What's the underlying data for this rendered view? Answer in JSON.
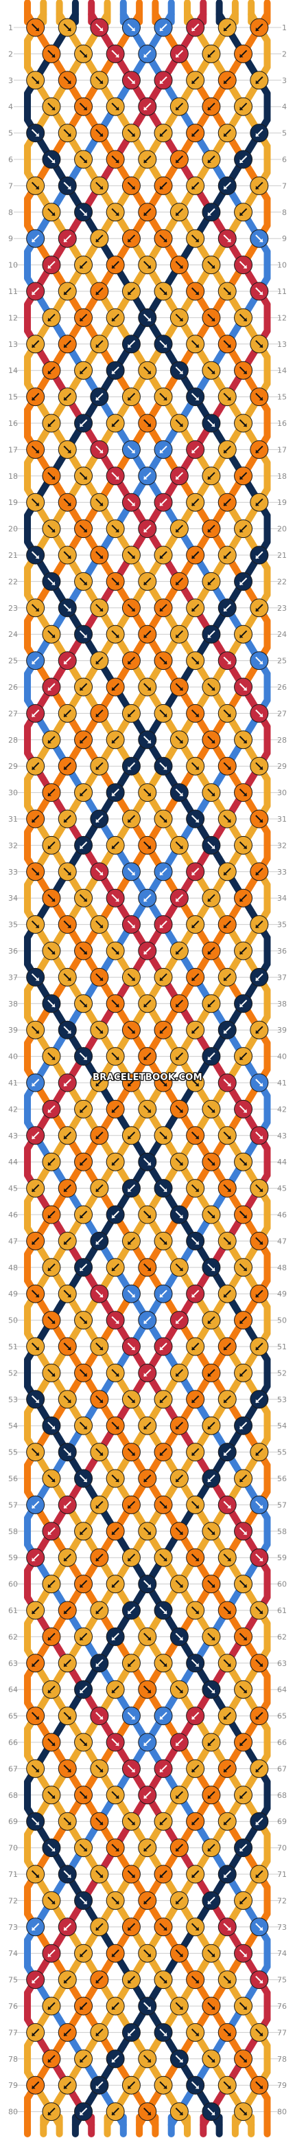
{
  "title": "",
  "watermark": "BRACELETBOOK.COM",
  "pattern": {
    "rows": 80,
    "strings": 16,
    "colors": {
      "orange": "#f27a10",
      "yellow": "#eda92e",
      "navy": "#0f2a50",
      "blue": "#3e7fd6",
      "red": "#c42b3f"
    },
    "start_colors": [
      "orange",
      "yellow",
      "yellow",
      "navy",
      "red",
      "yellow",
      "blue",
      "orange",
      "orange",
      "blue",
      "yellow",
      "red",
      "navy",
      "yellow",
      "yellow",
      "orange"
    ],
    "row_numbers": [
      "1",
      "2",
      "3",
      "4",
      "5",
      "6",
      "7",
      "8",
      "9",
      "10",
      "11",
      "12",
      "13",
      "14",
      "15",
      "16",
      "17",
      "18",
      "19",
      "20",
      "21",
      "22",
      "23",
      "24",
      "25",
      "26",
      "27",
      "28",
      "29",
      "30",
      "31",
      "32",
      "33",
      "34",
      "35",
      "36",
      "37",
      "38",
      "39",
      "40",
      "41",
      "42",
      "43",
      "44",
      "45",
      "46",
      "47",
      "48",
      "49",
      "50",
      "51",
      "52",
      "53",
      "54",
      "55",
      "56",
      "57",
      "58",
      "59",
      "60",
      "61",
      "62",
      "63",
      "64",
      "65",
      "66",
      "67",
      "68",
      "69",
      "70",
      "71",
      "72",
      "73",
      "74",
      "75",
      "76",
      "77",
      "78",
      "79",
      "80"
    ]
  }
}
